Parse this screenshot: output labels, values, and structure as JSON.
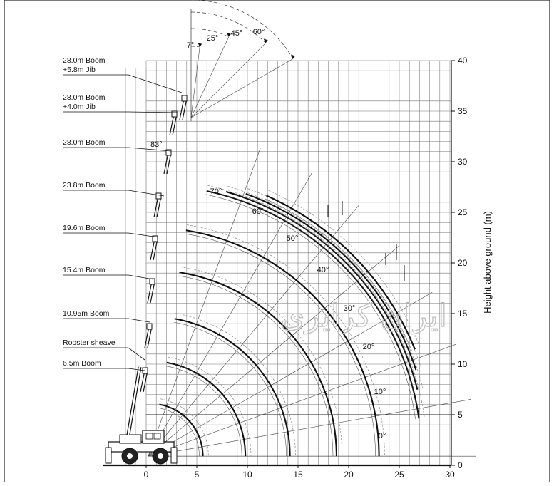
{
  "diagram": {
    "x_ticks": [
      "0",
      "5",
      "10",
      "15",
      "20",
      "25",
      "30"
    ],
    "y_ticks": [
      "0",
      "5",
      "10",
      "15",
      "20",
      "25",
      "30",
      "35",
      "40"
    ],
    "y_axis_label": "Height above ground (m)",
    "watermark": "ایران کرایری",
    "boom_labels": [
      {
        "lines": [
          "28.0m Boom",
          "+5.8m Jib"
        ]
      },
      {
        "lines": [
          "28.0m Boom",
          "+4.0m Jib"
        ]
      },
      {
        "lines": [
          "28.0m Boom"
        ]
      },
      {
        "lines": [
          "23.8m Boom"
        ]
      },
      {
        "lines": [
          "19.6m Boom"
        ]
      },
      {
        "lines": [
          "15.4m Boom"
        ]
      },
      {
        "lines": [
          "10.95m Boom"
        ]
      },
      {
        "lines": [
          "Rooster sheave"
        ]
      },
      {
        "lines": [
          "6.5m Boom"
        ]
      }
    ],
    "boom_angles": [
      "0°",
      "10°",
      "20°",
      "30°",
      "40°",
      "50°",
      "60°",
      "70°"
    ],
    "jib_angles": [
      "7°",
      "25°",
      "45°",
      "60°"
    ],
    "max_angle": "83°",
    "colors": {
      "grid": "#555555",
      "curve": "#111111",
      "dashed": "#888888",
      "watermark": "#c8c8c8"
    }
  }
}
